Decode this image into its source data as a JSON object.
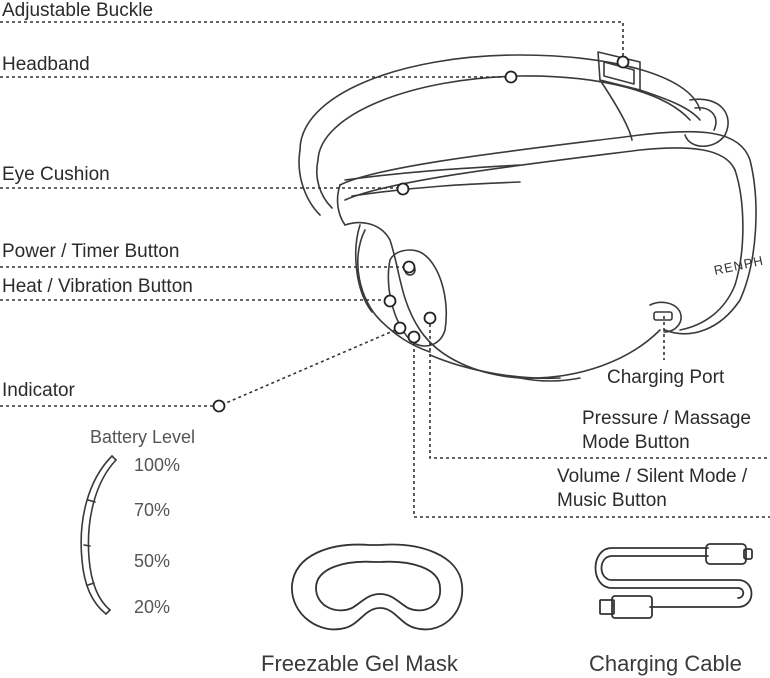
{
  "labels": {
    "adjustable_buckle": "Adjustable Buckle",
    "headband": "Headband",
    "eye_cushion": "Eye Cushion",
    "power_timer_button": "Power / Timer Button",
    "heat_vibration_button": "Heat / Vibration Button",
    "indicator": "Indicator",
    "charging_port": "Charging Port",
    "pressure_massage_line1": "Pressure / Massage",
    "pressure_massage_line2": "Mode Button",
    "volume_music_line1": "Volume / Silent Mode /",
    "volume_music_line2": "Music Button"
  },
  "battery": {
    "title": "Battery Level",
    "levels": [
      "100%",
      "70%",
      "50%",
      "20%"
    ]
  },
  "accessories": {
    "gel_mask": "Freezable Gel Mask",
    "charging_cable": "Charging Cable"
  },
  "brand_mark": "RENPHO",
  "colors": {
    "line": "#333333",
    "text": "#2b2b2b"
  }
}
